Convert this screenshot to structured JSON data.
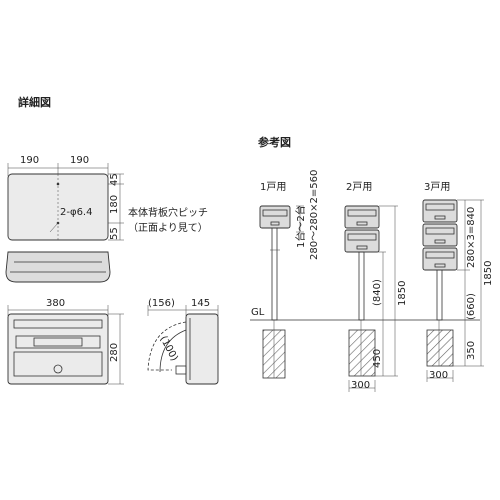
{
  "title_detail": "詳細図",
  "title_reference": "参考図",
  "detail": {
    "top_width_left": "190",
    "top_width_right": "190",
    "dim_45": "45",
    "dim_180": "180",
    "dim_55": "55",
    "hole_label": "2-φ6.4",
    "back_note_line1": "本体背板穴ピッチ",
    "back_note_line2": "（正面より見て）",
    "front_width": "380",
    "front_height": "280",
    "side_156": "(156)",
    "side_145": "145",
    "side_100": "(100)"
  },
  "reference": {
    "units": [
      {
        "label": "1戸用"
      },
      {
        "label": "2戸用"
      },
      {
        "label": "3戸用"
      }
    ],
    "gl_label": "GL",
    "unit1_vert_1": "1台～2台",
    "unit1_vert_2": "280～280×2=560",
    "unit2_840": "(840)",
    "unit2_1850": "1850",
    "unit2_450": "450",
    "unit2_300": "300",
    "unit3_840": "280×3=840",
    "unit3_1850": "1850",
    "unit3_660": "(660)",
    "unit3_350": "350",
    "unit3_300": "300"
  }
}
